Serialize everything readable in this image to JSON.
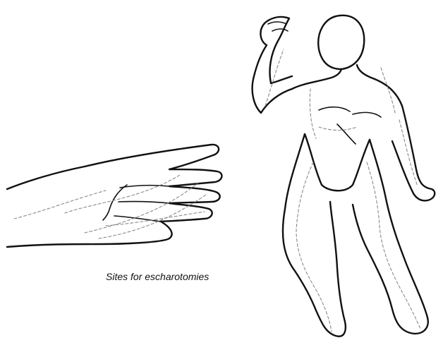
{
  "figure": {
    "caption": "Sites for escharotomies",
    "illustrations": [
      {
        "subject": "hand",
        "view": "dorsal, fingers extended"
      },
      {
        "subject": "body",
        "view": "front, full figure"
      }
    ],
    "line_color": "#111111",
    "incision_line_color": "#8a8a8a",
    "incision_line_style": "dashed",
    "background_color": "#ffffff"
  }
}
